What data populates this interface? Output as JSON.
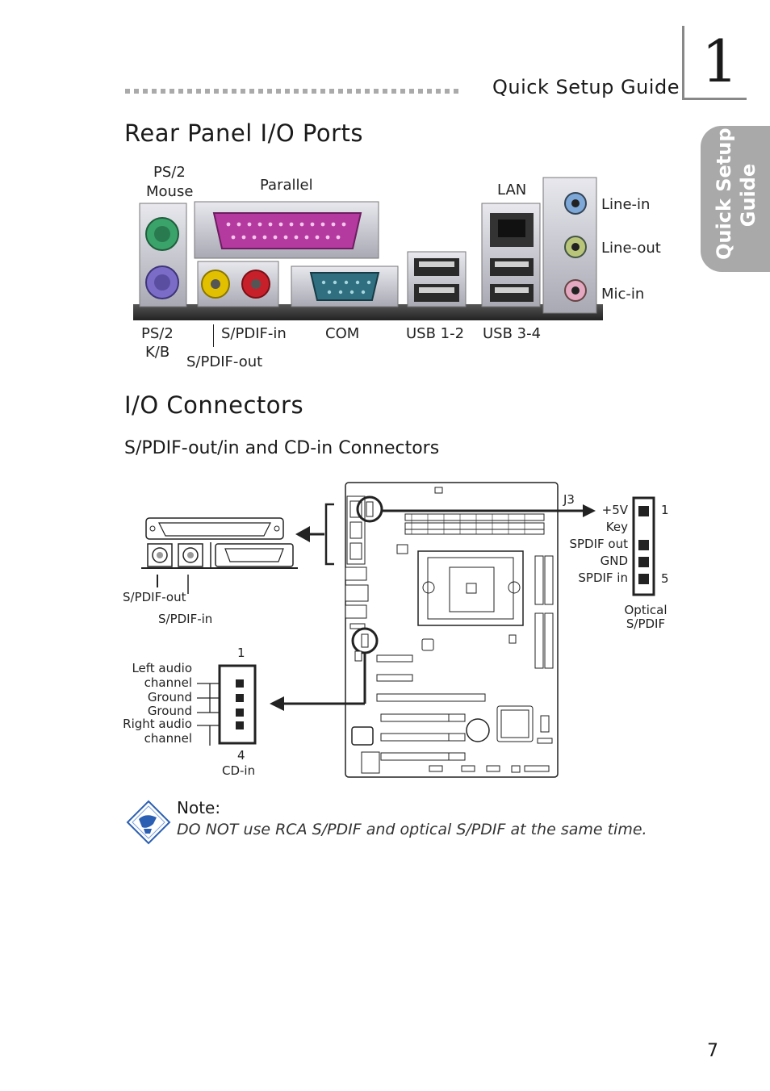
{
  "header": {
    "title": "Quick Setup Guide",
    "chapter_number": "1",
    "side_tab_line1": "Quick Setup",
    "side_tab_line2": "Guide"
  },
  "rear_panel": {
    "heading": "Rear Panel I/O Ports",
    "labels": {
      "ps2_mouse_1": "PS/2",
      "ps2_mouse_2": "Mouse",
      "parallel": "Parallel",
      "lan": "LAN",
      "line_in": "Line-in",
      "line_out": "Line-out",
      "mic_in": "Mic-in",
      "ps2_kb_1": "PS/2",
      "ps2_kb_2": "K/B",
      "spdif_in": "S/PDIF-in",
      "spdif_out": "S/PDIF-out",
      "com": "COM",
      "usb12": "USB 1-2",
      "usb34": "USB 3-4"
    }
  },
  "io_connectors": {
    "heading": "I/O Connectors",
    "subheading": "S/PDIF-out/in and CD-in Connectors",
    "spdif_out": "S/PDIF-out",
    "spdif_in": "S/PDIF-in",
    "j3": "J3",
    "pin1": "1",
    "pin5": "5",
    "optical_pins": [
      "+5V",
      "Key",
      "SPDIF out",
      "GND",
      "SPDIF in"
    ],
    "optical_1": "Optical",
    "optical_2": "S/PDIF",
    "cd_pin1": "1",
    "cd_pin4": "4",
    "cd_in": "CD-in",
    "cd_pins": [
      "Left audio",
      "channel",
      "Ground",
      "Ground",
      "Right audio",
      "channel"
    ]
  },
  "note": {
    "title": "Note:",
    "text": "DO NOT use RCA S/PDIF and optical S/PDIF at the same time."
  },
  "page_number": "7",
  "colors": {
    "ps2_mouse": "#3aa36a",
    "ps2_kb": "#7b6cc8",
    "parallel": "#b53aa0",
    "com": "#2f6f80",
    "rca_yellow": "#e2c000",
    "rca_red": "#c8202a",
    "side_tab": "#a9a9a9",
    "note_icon": "#2b5fb3"
  }
}
